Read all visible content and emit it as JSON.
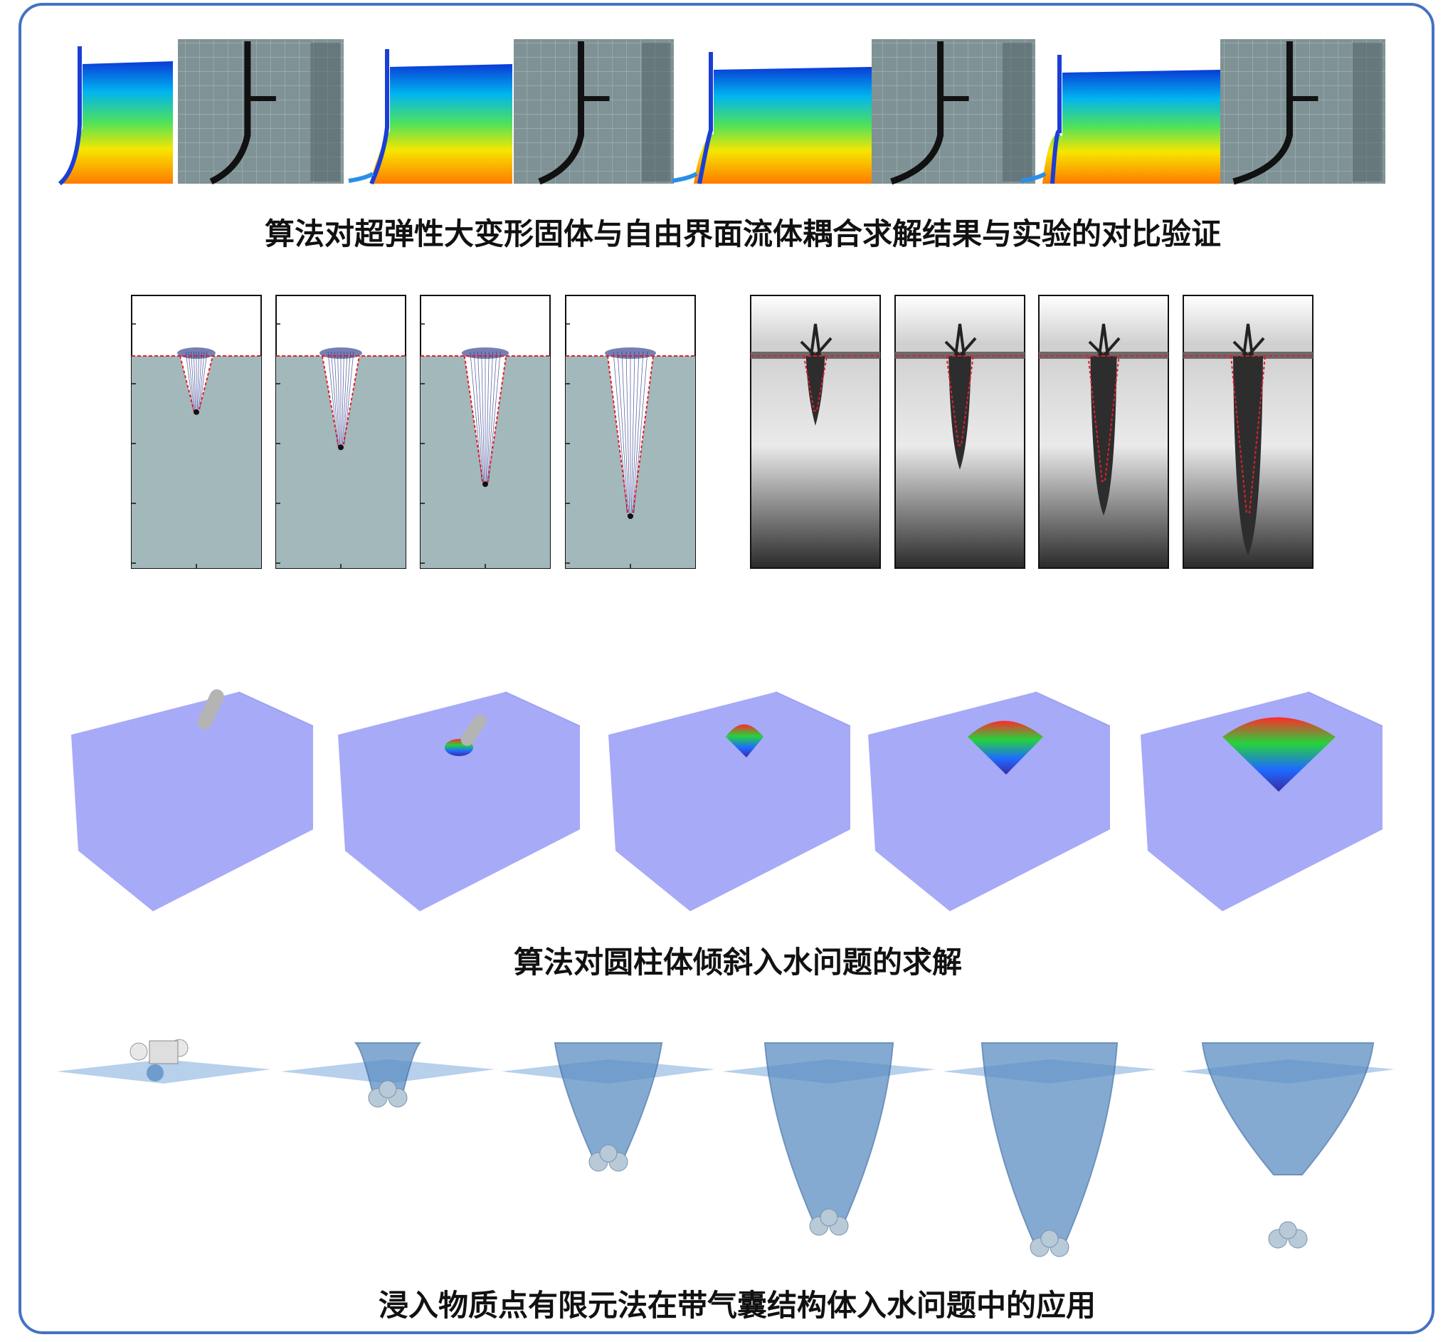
{
  "captions": {
    "row1": "算法对超弹性大变形固体与自由界面流体耦合求解结果与实验的对比验证",
    "row3": "算法对圆柱体倾斜入水问题的求解",
    "row4": "浸入物质点有限元法在带气囊结构体入水问题中的应用"
  },
  "colors": {
    "frame": "#4472c4",
    "sim_water": "#a3b8bb",
    "cavity_outline": "#e0202a",
    "velocity_arrows": "#1a2a80",
    "tank_blue": "#a7aaf7",
    "cylinder_gray": "#b4b4b4",
    "membrane_blue": "#5b8ec4"
  },
  "rows": {
    "row1_pairs": 4,
    "row2_sim_frames": [
      0.35,
      0.57,
      0.8,
      1.0
    ],
    "row2_exp_frames": [
      0.35,
      0.57,
      0.8,
      1.0
    ],
    "row3_tank_frames": 5,
    "row4_airbag_frames": 6
  }
}
